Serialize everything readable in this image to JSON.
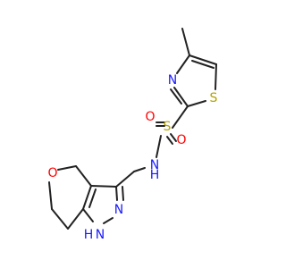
{
  "colors": {
    "carbon_bond": "#222222",
    "nitrogen": "#1a1aff",
    "oxygen": "#ff0000",
    "sulfur": "#b3a100",
    "background": "#ffffff"
  },
  "atoms": {
    "thiazole_n": "N",
    "thiazole_s": "S",
    "sulfonyl_s": "S",
    "sulfonyl_o_top": "O",
    "sulfonyl_o_right": "O",
    "amide_n": "N",
    "amide_h": "H",
    "pyran_o": "O",
    "pyrazole_n": "N",
    "pyrazole_nh": "N",
    "pyrazole_h": "H"
  }
}
